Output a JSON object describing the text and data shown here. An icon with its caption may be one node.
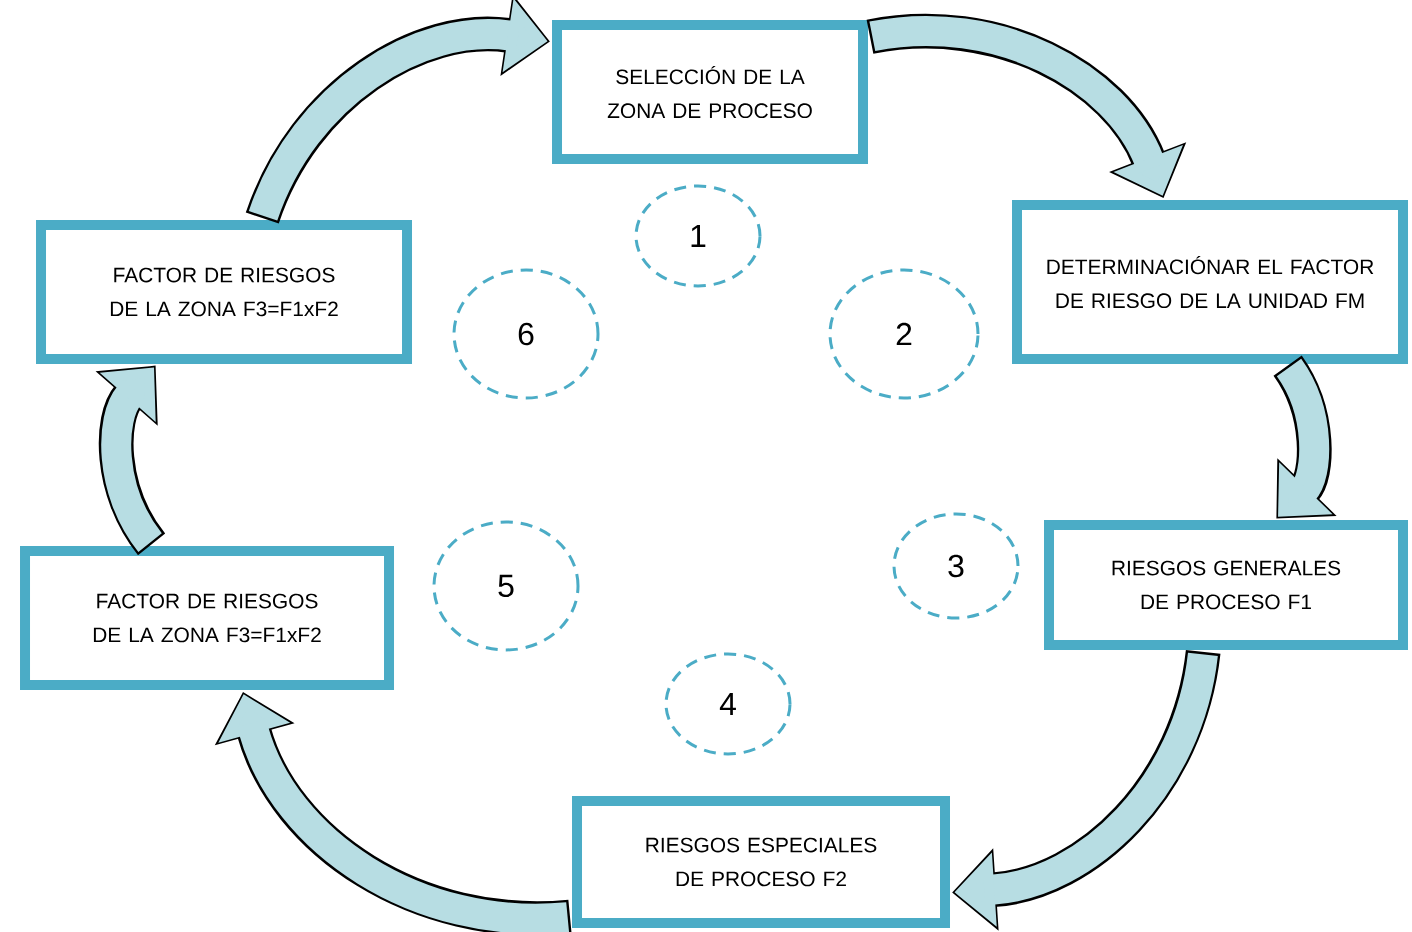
{
  "diagram": {
    "nodes": [
      {
        "text": [
          "SELECCIÓN DE LA ZONA DE PROCESO"
        ]
      },
      {
        "text": [
          "DETERMINACIÓNAR EL FACTOR DE RIESGO DE LA UNIDAD FM"
        ]
      },
      {
        "text": [
          "RIESGOS GENERALES DE PROCESO F1"
        ]
      },
      {
        "text": [
          "RIESGOS ESPECIALES DE PROCESO F2"
        ]
      },
      {
        "text": [
          "FACTOR DE RIESGOS DE LA ZONA F3=F1xF2"
        ]
      },
      {
        "text": [
          "FACTOR DE RIESGOS DE LA ZONA F3=F1xF2"
        ]
      },
      {
        "text": [
          "1"
        ]
      },
      {
        "text": [
          "2"
        ]
      },
      {
        "text": [
          "3"
        ]
      },
      {
        "text": [
          "4"
        ]
      },
      {
        "text": [
          "5"
        ]
      },
      {
        "text": [
          "6"
        ]
      }
    ],
    "edges": [
      {
        "from": 0,
        "to": 1,
        "arrow": "to"
      },
      {
        "from": 1,
        "to": 2,
        "arrow": "to"
      },
      {
        "from": 2,
        "to": 3,
        "arrow": "to"
      },
      {
        "from": 3,
        "to": 4,
        "arrow": "to"
      },
      {
        "from": 4,
        "to": 5,
        "arrow": "to"
      },
      {
        "from": 5,
        "to": 0,
        "arrow": "to"
      }
    ]
  }
}
